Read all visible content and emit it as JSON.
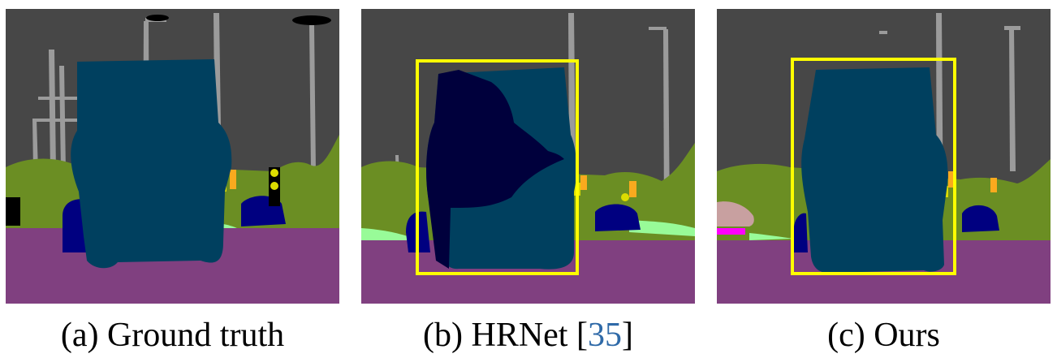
{
  "colors": {
    "sky": "#474747",
    "pole": "#9b9b9b",
    "vegetation": "#6b8e23",
    "road": "#804080",
    "truck": "#00405f",
    "car": "#000080",
    "bus_error": "#00003c",
    "sidewalk_light": "#98fb98",
    "traffic_sign": "#dcdc00",
    "traffic_light": "#faaa1e",
    "terrain": "#c8a0a0",
    "magenta": "#ff00ff",
    "box": "#ffff00",
    "black": "#000000",
    "citation": "#2f6aa8"
  },
  "figure": {
    "panels": [
      {
        "id": "a",
        "caption": "(a) Ground truth",
        "caption_prefix": "",
        "citation": "",
        "caption_suffix": ""
      },
      {
        "id": "b",
        "caption": "",
        "caption_prefix": "(b) HRNet [",
        "citation": "35",
        "caption_suffix": "]"
      },
      {
        "id": "c",
        "caption": "(c) Ours",
        "caption_prefix": "",
        "citation": "",
        "caption_suffix": ""
      }
    ]
  }
}
